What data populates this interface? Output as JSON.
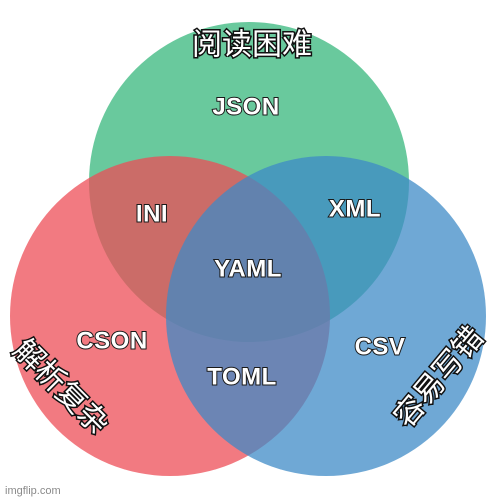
{
  "diagram": {
    "type": "venn",
    "sets": [
      {
        "id": "top",
        "label": "阅读困难",
        "color": "#3fba82"
      },
      {
        "id": "left",
        "label": "解析复杂",
        "color": "#ee4b55"
      },
      {
        "id": "right",
        "label": "容易写错",
        "color": "#3d89c7"
      }
    ],
    "regions": {
      "top_only": "JSON",
      "top_left": "INI",
      "top_right": "XML",
      "center": "YAML",
      "left_only": "CSON",
      "right_only": "CSV",
      "left_right": "TOML"
    }
  },
  "watermark": "imgflip.com"
}
